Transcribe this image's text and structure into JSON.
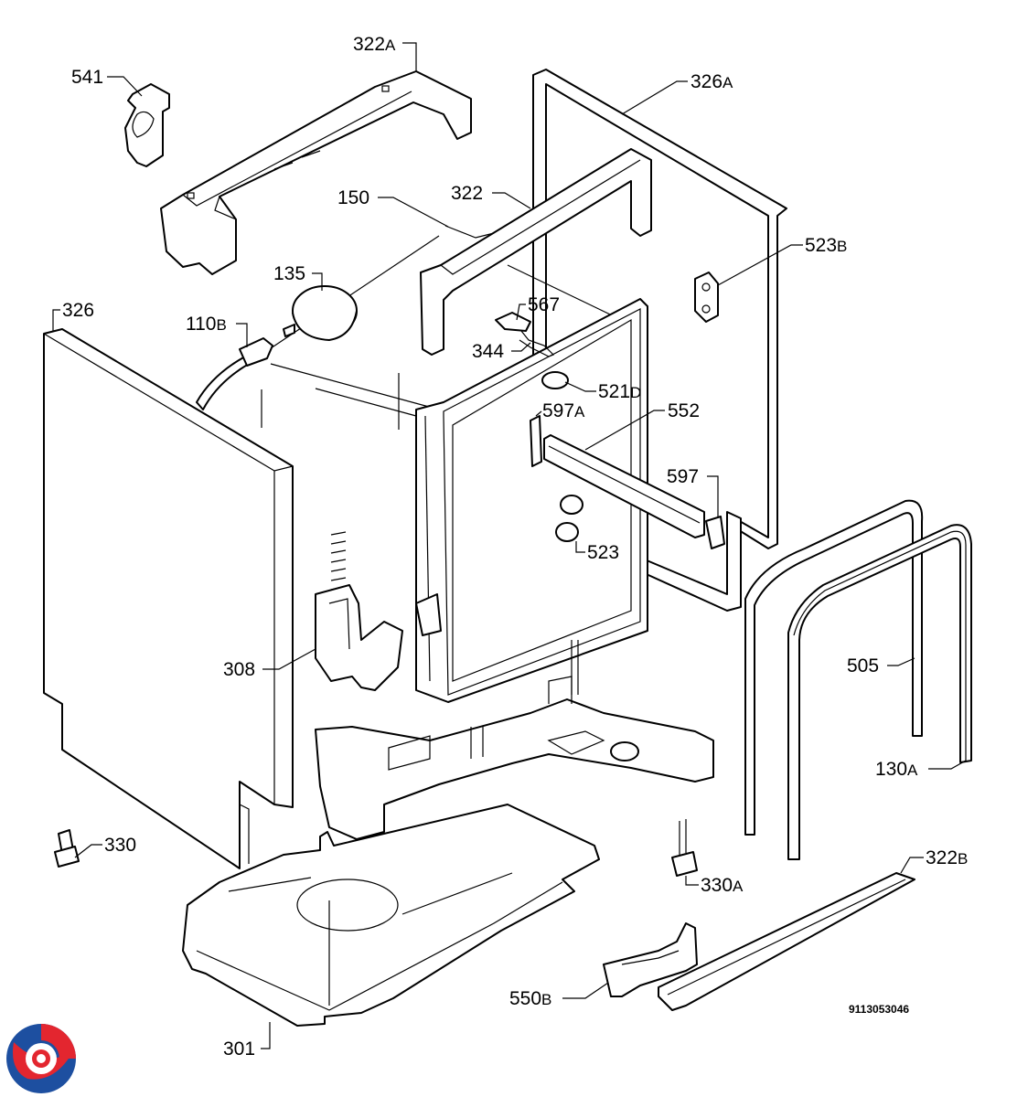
{
  "diagram": {
    "callouts": [
      {
        "key": "541",
        "num": "541",
        "suffix": ""
      },
      {
        "key": "322A",
        "num": "322",
        "suffix": "A"
      },
      {
        "key": "326A",
        "num": "326",
        "suffix": "A"
      },
      {
        "key": "150",
        "num": "150",
        "suffix": ""
      },
      {
        "key": "322",
        "num": "322",
        "suffix": ""
      },
      {
        "key": "523B",
        "num": "523",
        "suffix": "B"
      },
      {
        "key": "135",
        "num": "135",
        "suffix": ""
      },
      {
        "key": "567",
        "num": "567",
        "suffix": ""
      },
      {
        "key": "326",
        "num": "326",
        "suffix": ""
      },
      {
        "key": "110B",
        "num": "110",
        "suffix": "B"
      },
      {
        "key": "344",
        "num": "344",
        "suffix": ""
      },
      {
        "key": "521D",
        "num": "521",
        "suffix": "D"
      },
      {
        "key": "597A",
        "num": "597",
        "suffix": "A"
      },
      {
        "key": "552",
        "num": "552",
        "suffix": ""
      },
      {
        "key": "597",
        "num": "597",
        "suffix": ""
      },
      {
        "key": "523",
        "num": "523",
        "suffix": ""
      },
      {
        "key": "308",
        "num": "308",
        "suffix": ""
      },
      {
        "key": "505",
        "num": "505",
        "suffix": ""
      },
      {
        "key": "130A",
        "num": "130",
        "suffix": "A"
      },
      {
        "key": "330",
        "num": "330",
        "suffix": ""
      },
      {
        "key": "330A",
        "num": "330",
        "suffix": "A"
      },
      {
        "key": "322B",
        "num": "322",
        "suffix": "B"
      },
      {
        "key": "550B",
        "num": "550",
        "suffix": "B"
      },
      {
        "key": "301",
        "num": "301",
        "suffix": ""
      }
    ],
    "document_code": "9113053046"
  },
  "colors": {
    "line": "#000000",
    "background": "#ffffff",
    "logo_red": "#e3262f",
    "logo_blue": "#1d4fa0"
  }
}
